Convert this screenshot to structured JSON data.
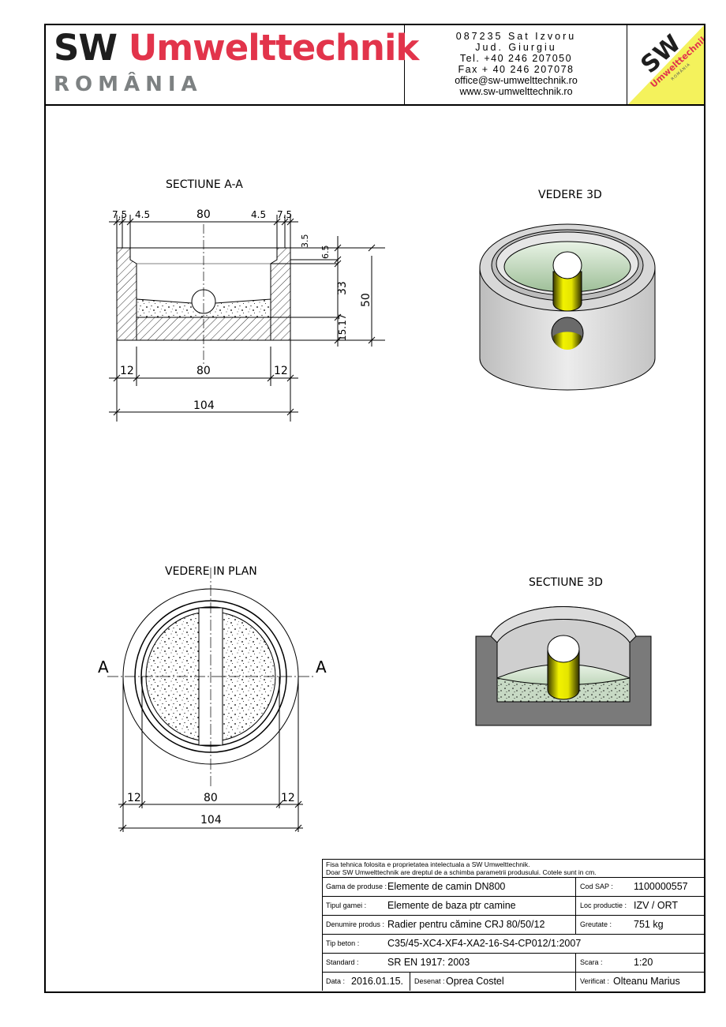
{
  "header": {
    "brand_sw": "SW",
    "brand_name": "Umwelttechnik",
    "country": "ROMÂNIA",
    "address_line1": "087235 Sat Izvoru",
    "address_line2": "Jud. Giurgiu",
    "phone": "Tel. +40 246 207050",
    "fax": "Fax + 40 246 207078",
    "email": "office@sw-umwelttechnik.ro",
    "web": "www.sw-umwelttechnik.ro",
    "badge_sw": "SW",
    "badge_name": "Umwelttechnik",
    "badge_country": "ROMÂNIA",
    "badge_color": "#f4f25c",
    "brand_red": "#e2344b"
  },
  "views": {
    "section_aa": "SECTIUNE A-A",
    "view_3d": "VEDERE 3D",
    "plan_view": "VEDERE IN PLAN",
    "section_3d": "SECTIUNE 3D",
    "marker_left": "A",
    "marker_right": "A"
  },
  "dims_section": {
    "top_7_5_left": "7.5",
    "top_4_5_left": "4.5",
    "top_80": "80",
    "top_4_5_right": "4.5",
    "top_7_5_right": "7.5",
    "right_3_5": "3.5",
    "right_6_5": "6.5",
    "right_33": "33",
    "right_50": "50",
    "right_15_17": "15.17",
    "bottom_12_left": "12",
    "bottom_80": "80",
    "bottom_12_right": "12",
    "bottom_104": "104"
  },
  "dims_plan": {
    "d_12_left": "12",
    "d_80": "80",
    "d_12_right": "12",
    "d_104": "104"
  },
  "title_block": {
    "note_line1": "Fisa tehnica folosita e proprietatea intelectuala a SW Umwelttechnik.",
    "note_line2": "Doar SW Umwelttechnik are dreptul de a schimba parametrii produsului. Cotele sunt in cm.",
    "gama_label": "Gama de produse :",
    "gama_value": "Elemente de camin DN800",
    "cod_label": "Cod SAP :",
    "cod_value": "1100000557",
    "tip_gamei_label": "Tipul gamei :",
    "tip_gamei_value": "Elemente de baza ptr camine",
    "loc_label": "Loc productie :",
    "loc_value": "IZV / ORT",
    "denumire_label": "Denumire produs :",
    "denumire_value": "Radier pentru cămine CRJ 80/50/12",
    "greutate_label": "Greutate :",
    "greutate_value": "751 kg",
    "beton_label": "Tip beton :",
    "beton_value": "C35/45-XC4-XF4-XA2-16-S4-CP012/1:2007",
    "standard_label": "Standard :",
    "standard_value": "SR EN 1917: 2003",
    "scara_label": "Scara :",
    "scara_value": "1:20",
    "data_label": "Data :",
    "data_value": "2016.01.15.",
    "desenat_label": "Desenat :",
    "desenat_value": "Oprea Costel",
    "verificat_label": "Verificat :",
    "verificat_value": "Olteanu Marius"
  }
}
